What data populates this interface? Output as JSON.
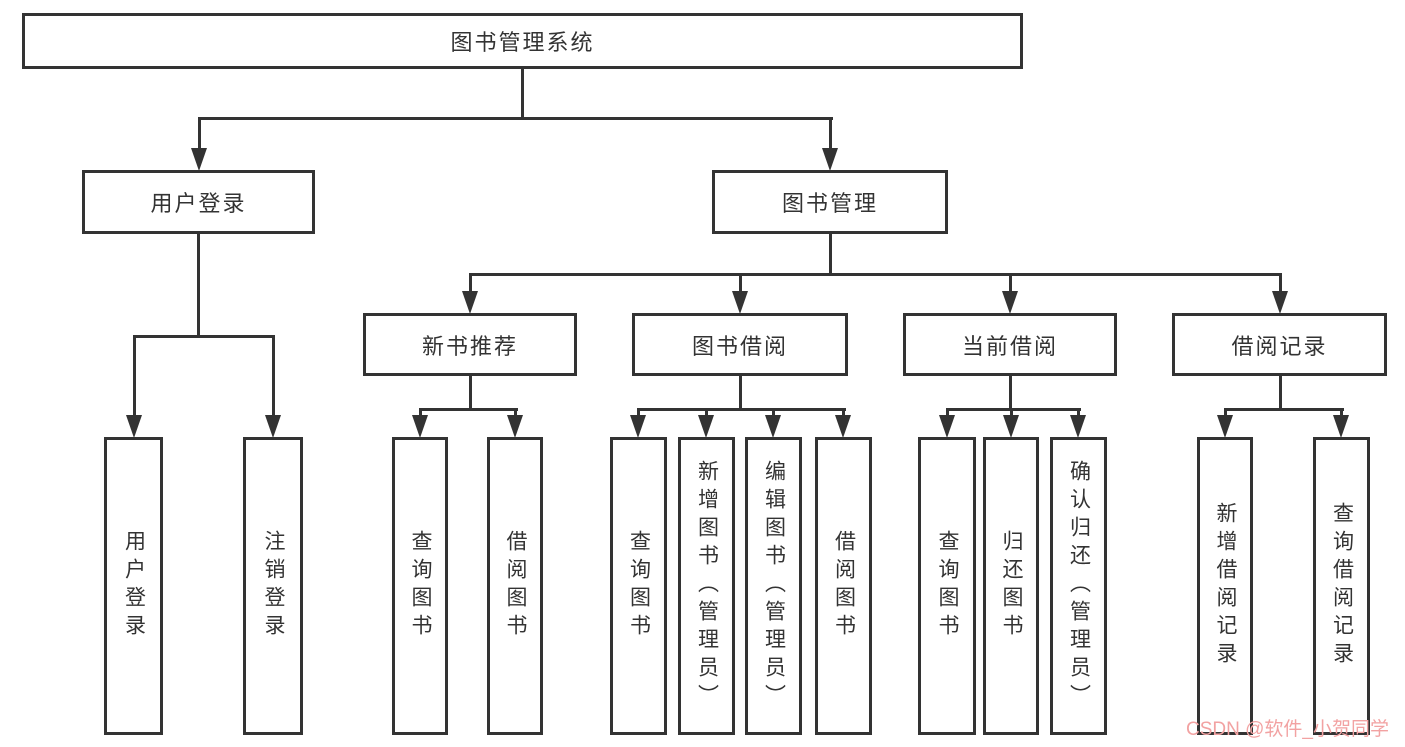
{
  "diagram": {
    "root": "图书管理系统",
    "branches": [
      {
        "label": "用户登录",
        "children": [
          {
            "label": "用户登录"
          },
          {
            "label": "注销登录"
          }
        ]
      },
      {
        "label": "图书管理",
        "children": [
          {
            "label": "新书推荐",
            "children": [
              {
                "label": "查询图书"
              },
              {
                "label": "借阅图书"
              }
            ]
          },
          {
            "label": "图书借阅",
            "children": [
              {
                "label": "查询图书"
              },
              {
                "label": "新增图书（管理员）"
              },
              {
                "label": "编辑图书（管理员）"
              },
              {
                "label": "借阅图书"
              }
            ]
          },
          {
            "label": "当前借阅",
            "children": [
              {
                "label": "查询图书"
              },
              {
                "label": "归还图书"
              },
              {
                "label": "确认归还（管理员）"
              }
            ]
          },
          {
            "label": "借阅记录",
            "children": [
              {
                "label": "新增借阅记录"
              },
              {
                "label": "查询借阅记录"
              }
            ]
          }
        ]
      }
    ]
  },
  "watermark": "CSDN @软件_小贺同学",
  "colors": {
    "line": "#333333",
    "text": "#333333",
    "watermark": "#F2A2A2",
    "background": "#FFFFFF"
  }
}
